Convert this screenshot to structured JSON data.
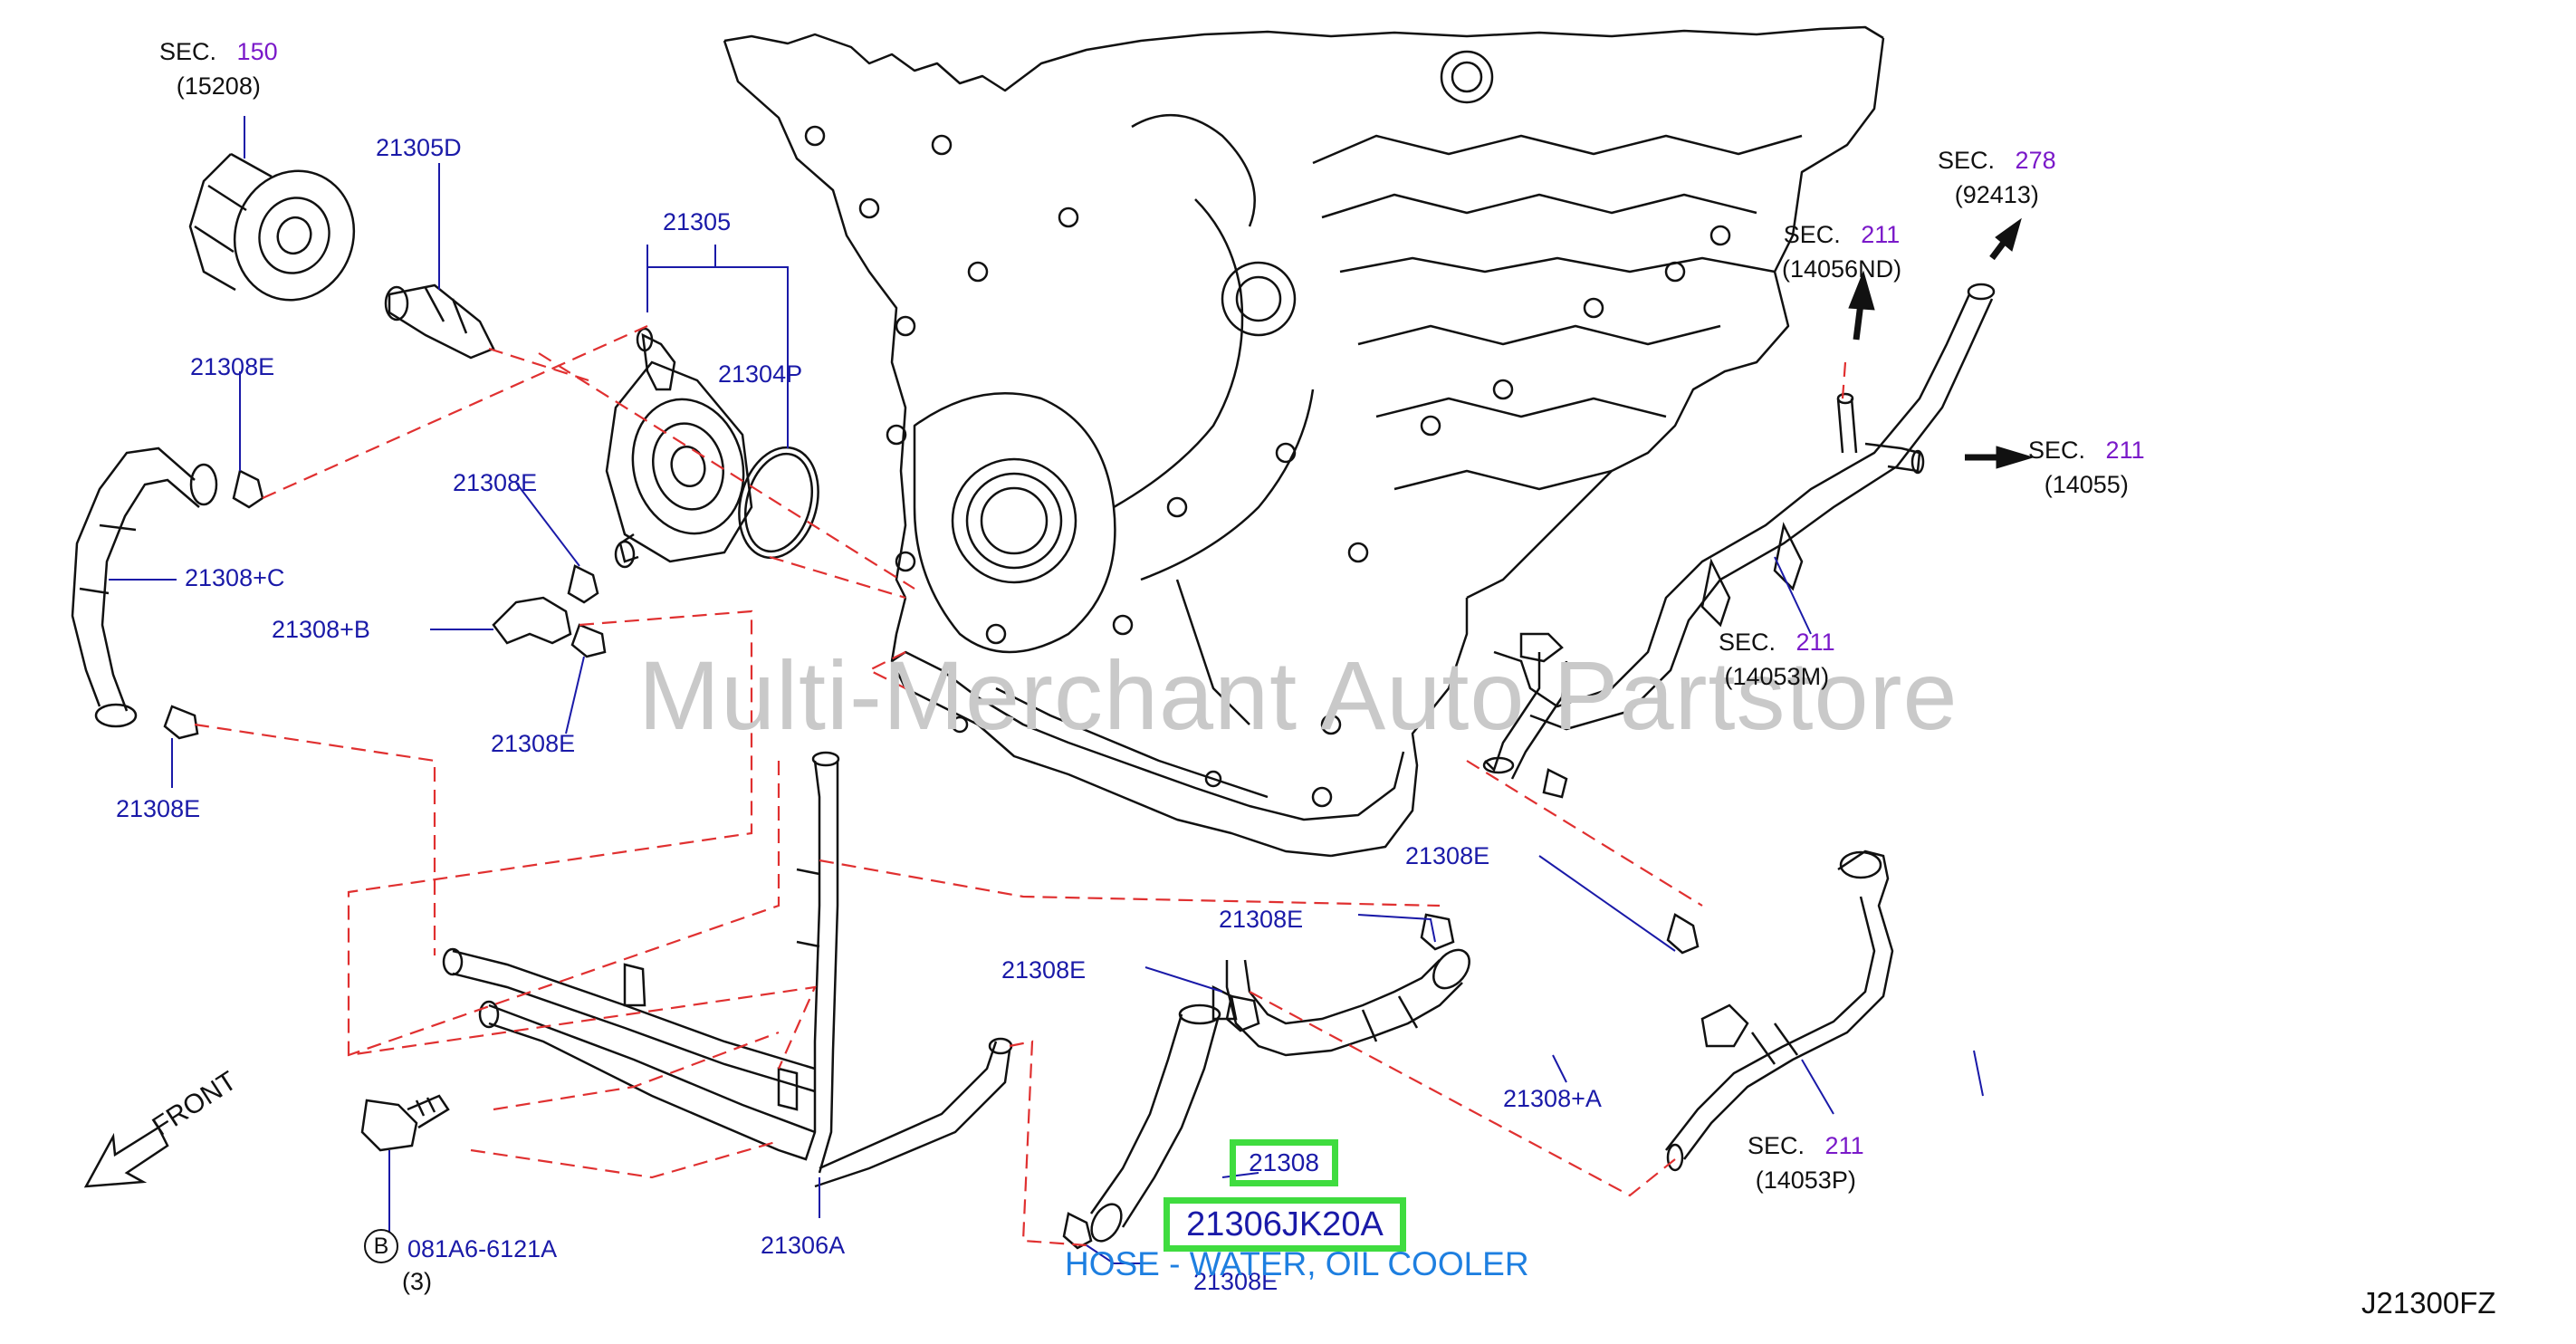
{
  "watermark": "Multi-Merchant Auto Partstore",
  "diagram_id": "J21300FZ",
  "front_label": "FRONT",
  "highlight": {
    "part_label": "21308",
    "part_number": "21306JK20A",
    "description": "HOSE - WATER, OIL COOLER"
  },
  "bolt": {
    "circle_letter": "B",
    "part": "081A6-6121A",
    "qty": "(3)"
  },
  "sec_refs": [
    {
      "id": "sec150",
      "prefix": "SEC.",
      "num": "150",
      "ref": "(15208)"
    },
    {
      "id": "sec278",
      "prefix": "SEC.",
      "num": "278",
      "ref": "(92413)"
    },
    {
      "id": "sec211a",
      "prefix": "SEC.",
      "num": "211",
      "ref": "(14056ND)"
    },
    {
      "id": "sec211b",
      "prefix": "SEC.",
      "num": "211",
      "ref": "(14055)"
    },
    {
      "id": "sec211c",
      "prefix": "SEC.",
      "num": "211",
      "ref": "(14053M)"
    },
    {
      "id": "sec211d",
      "prefix": "SEC.",
      "num": "211",
      "ref": "(14053P)"
    }
  ],
  "part_labels": [
    "21305D",
    "21305",
    "21304P",
    "21308E",
    "21308+C",
    "21308E",
    "21308+B",
    "21308E",
    "21308E",
    "21306A",
    "21308E",
    "21308E",
    "21308E",
    "21308+A",
    "21308E"
  ],
  "colors": {
    "part_label": "#1a1aa8",
    "sec_number": "#7a19c9",
    "highlight_border": "#3fdc3f",
    "description_text": "#1e7fe0",
    "leader_dash": "#e03030"
  }
}
